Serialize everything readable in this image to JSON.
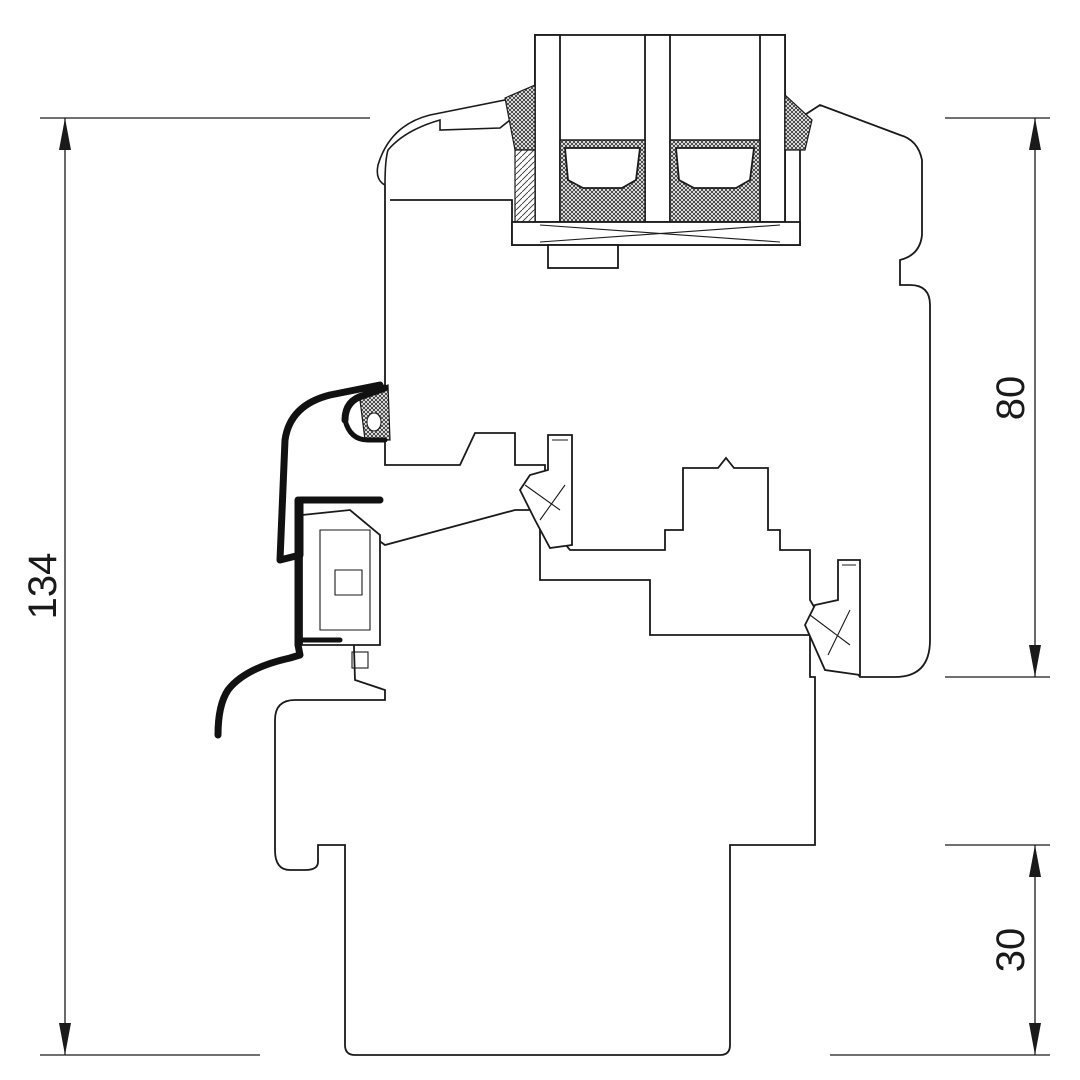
{
  "dimensions": {
    "total_height": "134",
    "sash_height": "80",
    "frame_bottom": "30"
  },
  "colors": {
    "line": "#1a1a1a",
    "background": "#ffffff",
    "seal_fill": "#555555"
  }
}
